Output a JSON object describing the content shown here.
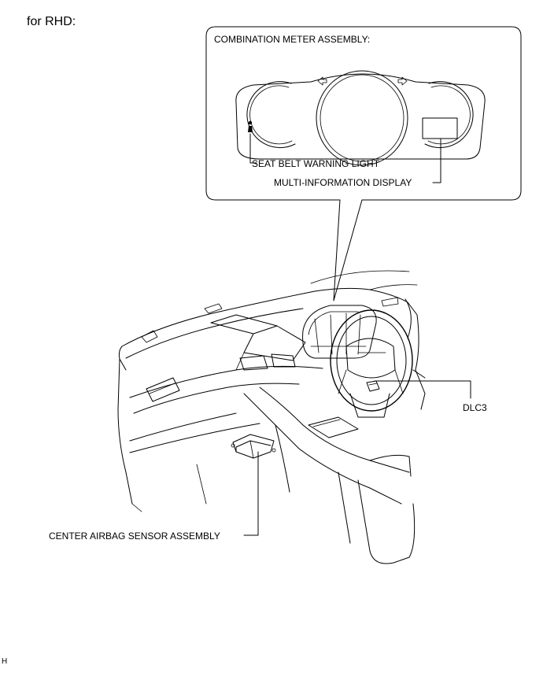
{
  "heading": "for RHD:",
  "callout": {
    "title": "COMBINATION METER ASSEMBLY:"
  },
  "labels": {
    "seat_belt_warning_light": "SEAT BELT WARNING LIGHT",
    "multi_information_display": "MULTI-INFORMATION DISPLAY",
    "dlc3": "DLC3",
    "center_airbag_sensor_assembly": "CENTER AIRBAG SENSOR ASSEMBLY"
  },
  "footer": {
    "code": "H"
  },
  "icons": {
    "left_turn_indicator": "arrow-left-icon",
    "right_turn_indicator": "arrow-right-icon",
    "seat_belt_indicator": "seat-belt-icon"
  }
}
